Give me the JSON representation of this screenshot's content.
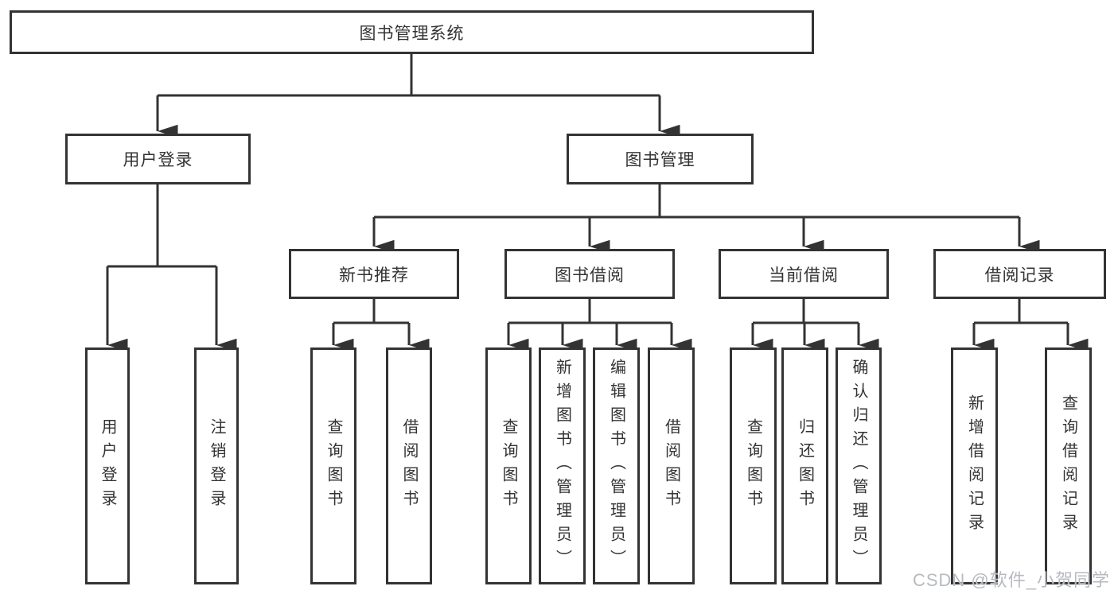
{
  "diagram_title": "图书管理系统",
  "tree": {
    "label": "图书管理系统",
    "children": [
      {
        "label": "用户登录",
        "children": [
          {
            "label": "用户登录"
          },
          {
            "label": "注销登录"
          }
        ]
      },
      {
        "label": "图书管理",
        "children": [
          {
            "label": "新书推荐",
            "children": [
              {
                "label": "查询图书"
              },
              {
                "label": "借阅图书"
              }
            ]
          },
          {
            "label": "图书借阅",
            "children": [
              {
                "label": "查询图书"
              },
              {
                "label": "新增图书（管理员）"
              },
              {
                "label": "编辑图书（管理员）"
              },
              {
                "label": "借阅图书"
              }
            ]
          },
          {
            "label": "当前借阅",
            "children": [
              {
                "label": "查询图书"
              },
              {
                "label": "归还图书"
              },
              {
                "label": "确认归还（管理员）"
              }
            ]
          },
          {
            "label": "借阅记录",
            "children": [
              {
                "label": "新增借阅记录"
              },
              {
                "label": "查询借阅记录"
              }
            ]
          }
        ]
      }
    ]
  },
  "watermark": "CSDN @软件_小贺同学",
  "colors": {
    "line": "#333333",
    "text": "#333333",
    "background": "#ffffff",
    "watermark": "#b7babf"
  }
}
